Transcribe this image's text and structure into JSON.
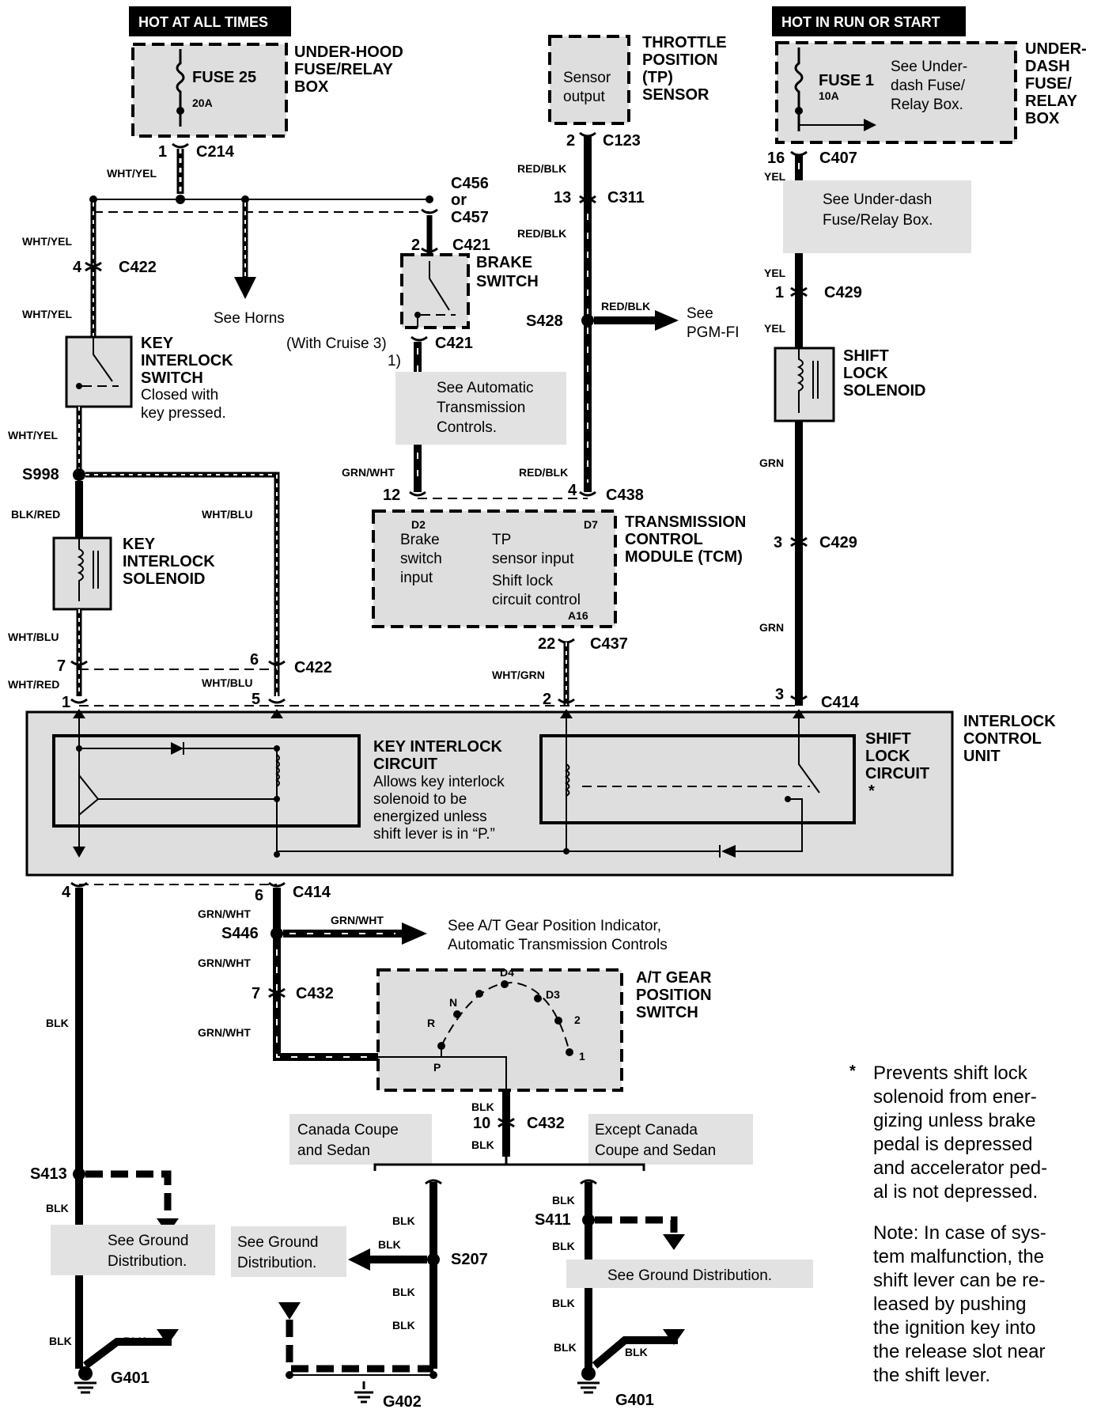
{
  "headers": {
    "hot_always": "HOT AT ALL TIMES",
    "hot_run": "HOT IN RUN OR START"
  },
  "underhood": {
    "fuse": "FUSE 25",
    "amp": "20A",
    "title": [
      "UNDER-HOOD",
      "FUSE/RELAY",
      "BOX"
    ]
  },
  "underdash": {
    "fuse": "FUSE 1",
    "amp": "10A",
    "note": [
      "See Under-",
      "dash Fuse/",
      "Relay Box."
    ],
    "title": [
      "UNDER-",
      "DASH",
      "FUSE/",
      "RELAY",
      "BOX"
    ]
  },
  "tp_sensor": {
    "inner": [
      "Sensor",
      "output"
    ],
    "title": [
      "THROTTLE",
      "POSITION",
      "(TP)",
      "SENSOR"
    ]
  },
  "connectors": {
    "c214": "C214",
    "c456": "C456",
    "or": "or",
    "c457": "C457",
    "c421a": "C421",
    "c421b": "C421",
    "c422a": "C422",
    "c422b": "C422",
    "c123": "C123",
    "c311": "C311",
    "c407": "C407",
    "c429a": "C429",
    "c429b": "C429",
    "c438": "C438",
    "c437": "C437",
    "c414a": "C414",
    "c414b": "C414",
    "c432a": "C432",
    "c432b": "C432"
  },
  "pins": {
    "p1_c214": "1",
    "p2_c421": "2",
    "p4_c422": "4",
    "p2_c123": "2",
    "p13_c311": "13",
    "p16_c407": "16",
    "p1_c429": "1",
    "p3_c429": "3",
    "p12_c438": "12",
    "p4_c438": "4",
    "p22_c437": "22",
    "p7_c422": "7",
    "p6_c422": "6",
    "p1_c414": "1",
    "p5_c414": "5",
    "p2_c414": "2",
    "p3_c414": "3",
    "p4_c414": "4",
    "p6_c414": "6",
    "p7_c432": "7",
    "p10_c432": "10"
  },
  "wires": {
    "wy1": "WHT/YEL",
    "wy2": "WHT/YEL",
    "wy3": "WHT/YEL",
    "wy4": "WHT/YEL",
    "blkred": "BLK/RED",
    "wb1": "WHT/BLU",
    "wb2": "WHT/BLU",
    "wb3": "WHT/BLU",
    "whtred": "WHT/RED",
    "rb1": "RED/BLK",
    "rb2": "RED/BLK",
    "rb3": "RED/BLK",
    "rb4": "RED/BLK",
    "grnwht1": "GRN/WHT",
    "grnwht2": "GRN/WHT",
    "grnwht3": "GRN/WHT",
    "grnwht4": "GRN/WHT",
    "grnwht5": "GRN/WHT",
    "whtgrn": "WHT/GRN",
    "yel1": "YEL",
    "yel2": "YEL",
    "yel3": "YEL",
    "grn1": "GRN",
    "grn2": "GRN",
    "blk1": "BLK",
    "blk2": "BLK",
    "blk3": "BLK",
    "blk4": "BLK",
    "blk5": "BLK",
    "blk6": "BLK",
    "blk7": "BLK",
    "blk8": "BLK",
    "blk9": "BLK",
    "blk10": "BLK",
    "blk11": "BLK",
    "blk12": "BLK",
    "blk13": "BLK",
    "blk14": "BLK",
    "blk15": "BLK"
  },
  "splices": {
    "s998": "S998",
    "s428": "S428",
    "s446": "S446",
    "s413": "S413",
    "s411": "S411",
    "s207": "S207"
  },
  "grounds": {
    "g401a": "G401",
    "g402": "G402",
    "g401b": "G401"
  },
  "components": {
    "brake": [
      "BRAKE",
      "SWITCH"
    ],
    "key_switch": [
      "KEY",
      "INTERLOCK",
      "SWITCH"
    ],
    "key_switch_note": [
      "Closed with",
      "key pressed."
    ],
    "key_solenoid": [
      "KEY",
      "INTERLOCK",
      "SOLENOID"
    ],
    "shift_solenoid": [
      "SHIFT",
      "LOCK",
      "SOLENOID"
    ],
    "tcm": [
      "TRANSMISSION",
      "CONTROL",
      "MODULE (TCM)"
    ],
    "icu": [
      "INTERLOCK",
      "CONTROL",
      "UNIT"
    ],
    "gear_switch": [
      "A/T GEAR",
      "POSITION",
      "SWITCH"
    ]
  },
  "tcm_inner": {
    "d2": "D2",
    "d7": "D7",
    "a16": "A16",
    "brake_input": [
      "Brake",
      "switch",
      "input"
    ],
    "tp_input": [
      "TP",
      "sensor input"
    ],
    "shift_ctrl": [
      "Shift lock",
      "circuit control"
    ]
  },
  "icu_inner": {
    "key_circuit": [
      "KEY INTERLOCK",
      "CIRCUIT"
    ],
    "key_desc": [
      "Allows key interlock",
      "solenoid to be",
      "energized unless",
      "shift lever is in “P.”"
    ],
    "shift_circuit": [
      "SHIFT",
      "LOCK",
      "CIRCUIT"
    ],
    "star": "*"
  },
  "gear_positions": {
    "p": "P",
    "r": "R",
    "n": "N",
    "d4": "D4",
    "d3": "D3",
    "two": "2",
    "one": "1"
  },
  "notes": {
    "see_horns": "See Horns",
    "with_cruise": "(With Cruise 3)",
    "one": "1)",
    "see_at": [
      "See Automatic",
      "Transmission",
      "Controls."
    ],
    "see_pgm": [
      "See",
      "PGM-FI"
    ],
    "see_underdash": [
      "See Under-dash",
      "Fuse/Relay Box."
    ],
    "see_gear_ind": [
      "See A/T Gear Position Indicator,",
      "Automatic Transmission Controls"
    ],
    "canada": [
      "Canada Coupe",
      "and Sedan"
    ],
    "except_canada": [
      "Except Canada",
      "Coupe and Sedan"
    ],
    "ground1": [
      "See Ground",
      "Distribution."
    ],
    "ground2": [
      "See Ground",
      "Distribution."
    ],
    "ground3": "See Ground Distribution."
  },
  "footnote": {
    "star": "*",
    "lines": [
      "Prevents shift lock",
      "solenoid from ener-",
      "gizing unless brake",
      "pedal is  depressed",
      "and accelerator ped-",
      "al is not  depressed."
    ],
    "note": [
      "Note: In case of sys-",
      "tem malfunction, the",
      "shift lever can be re-",
      "leased by pushing",
      "the ignition key into",
      "the  release slot near",
      "the shift lever."
    ]
  }
}
